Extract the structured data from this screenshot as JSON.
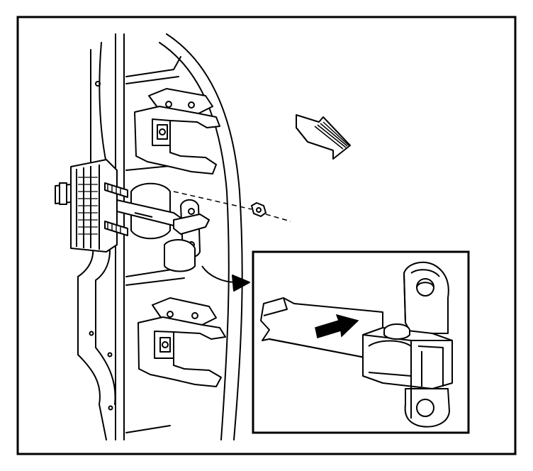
{
  "figure": {
    "kind": "technical line illustration",
    "callouts": [],
    "colors": {
      "line": "#000000",
      "paper": "#ffffff",
      "fill": "#000000"
    },
    "icons": [
      "direction-arrow",
      "detail-callout-arrow",
      "hex-nut",
      "insert-arrow"
    ]
  }
}
